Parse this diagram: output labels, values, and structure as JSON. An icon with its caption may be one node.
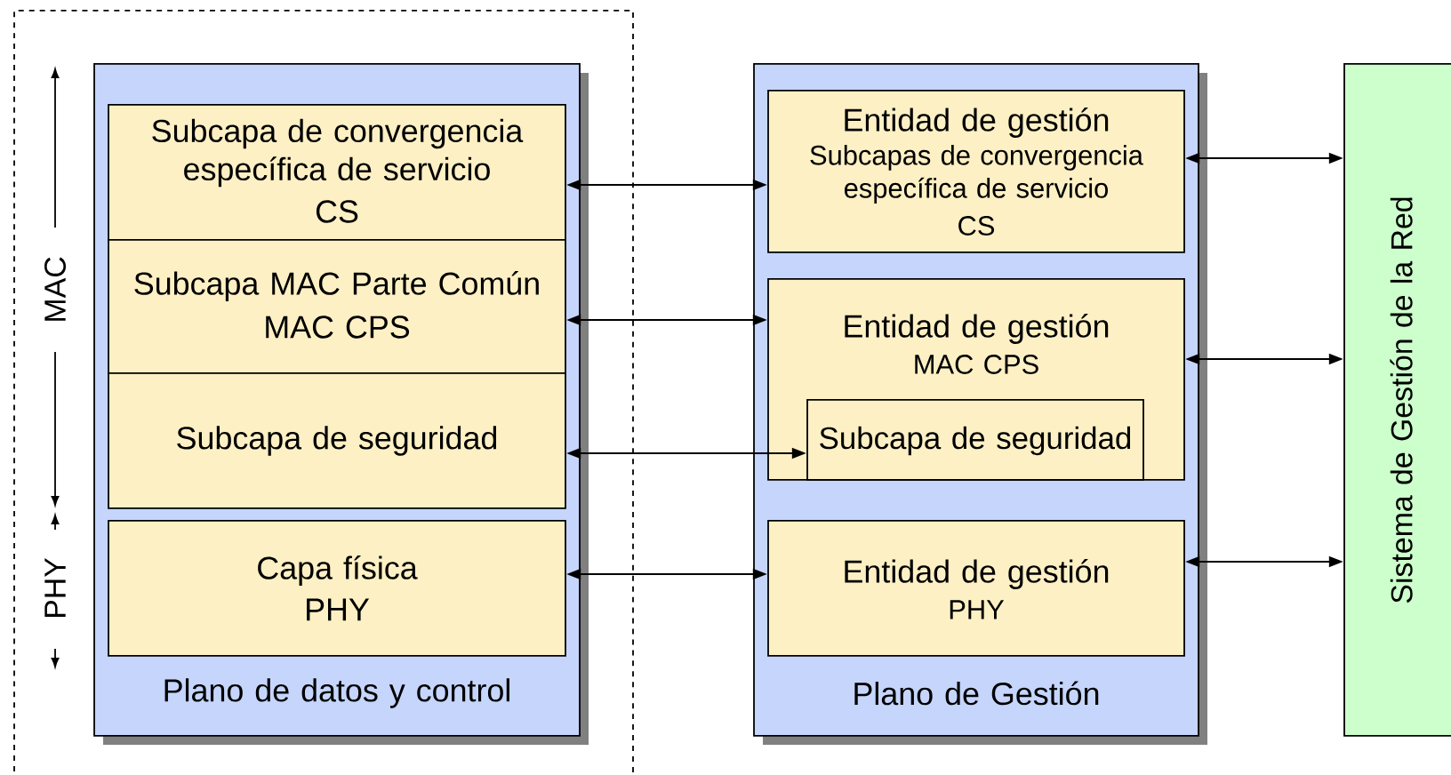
{
  "diagram": {
    "nodes": [
      {
        "text": [
          "Plano de datos y control"
        ]
      },
      {
        "text": [
          "Subcapa de convergencia específica de servicio",
          "CS"
        ],
        "in": 0
      },
      {
        "text": [
          "Subcapa MAC Parte Común",
          "MAC CPS"
        ],
        "in": 0
      },
      {
        "text": [
          "Subcapa de seguridad"
        ],
        "in": 0
      },
      {
        "text": [
          "Capa física",
          "PHY"
        ],
        "in": 0
      },
      {
        "text": [
          "Plano de Gestión"
        ]
      },
      {
        "text": [
          "Entidad de gestión",
          "Subcapas de convergencia específica de servicio",
          "CS"
        ],
        "in": 5
      },
      {
        "text": [
          "Entidad de gestión",
          "MAC CPS"
        ],
        "in": 5
      },
      {
        "text": [
          "Subcapa de seguridad"
        ],
        "in": 7
      },
      {
        "text": [
          "Entidad de gestión",
          "PHY"
        ],
        "in": 5
      },
      {
        "text": [
          "Sistema de Gestión de la Red"
        ]
      }
    ],
    "edges": [
      {
        "from": 1,
        "to": 6,
        "arrow": "both"
      },
      {
        "from": 2,
        "to": 7,
        "arrow": "both"
      },
      {
        "from": 3,
        "to": 8,
        "arrow": "both"
      },
      {
        "from": 4,
        "to": 9,
        "arrow": "both"
      },
      {
        "from": 6,
        "to": 10,
        "arrow": "both"
      },
      {
        "from": 7,
        "to": 10,
        "arrow": "both"
      },
      {
        "from": 9,
        "to": 10,
        "arrow": "both"
      }
    ],
    "labels": [
      "MAC",
      "PHY"
    ]
  }
}
